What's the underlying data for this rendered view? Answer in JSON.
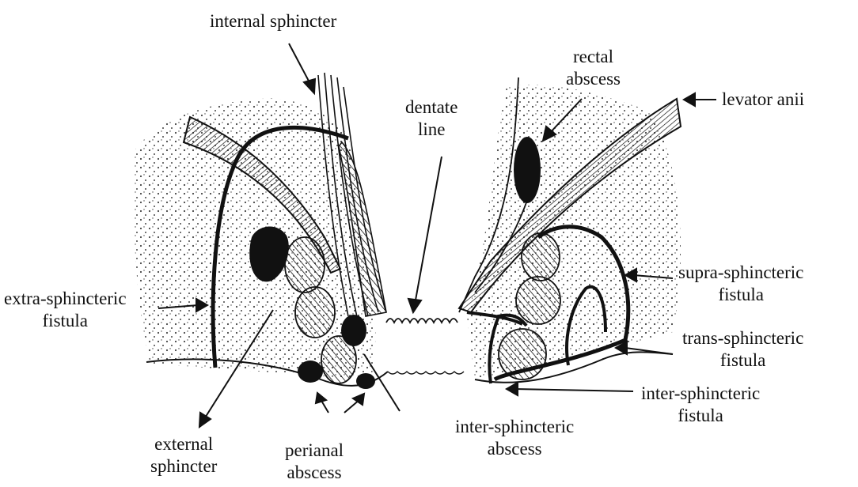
{
  "colors": {
    "ink": "#111111",
    "paper": "#ffffff",
    "stipple": "#444444"
  },
  "labels": {
    "internal_sphincter": [
      "internal sphincter"
    ],
    "rectal_abscess": [
      "rectal",
      "abscess"
    ],
    "dentate_line": [
      "dentate",
      "line"
    ],
    "levator_anii": [
      "levator anii"
    ],
    "extra_sphincteric_fistula": [
      "extra-sphincteric",
      "fistula"
    ],
    "supra_sphincteric_fistula": [
      "supra-sphincteric",
      "fistula"
    ],
    "trans_sphincteric_fistula": [
      "trans-sphincteric",
      "fistula"
    ],
    "inter_sphincteric_fistula": [
      "inter-sphincteric",
      "fistula"
    ],
    "external_sphincter": [
      "external",
      "sphincter"
    ],
    "perianal_abscess": [
      "perianal",
      "abscess"
    ],
    "inter_sphincteric_abscess": [
      "inter-sphincteric",
      "abscess"
    ]
  }
}
